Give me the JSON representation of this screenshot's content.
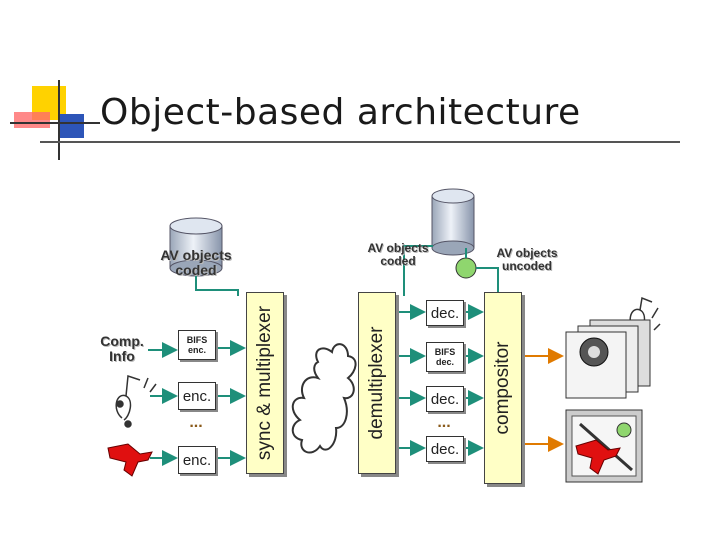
{
  "slide": {
    "title": "Object-based architecture"
  },
  "labels": {
    "av_coded_left": "AV objects coded",
    "av_coded_right": "AV objects coded",
    "av_uncoded": "AV objects uncoded",
    "comp_info": "Comp. Info"
  },
  "encoders": {
    "bifs": "BIFS enc.",
    "enc1": "enc.",
    "ellipsis": "...",
    "enc2": "enc."
  },
  "bars": {
    "sync_mux": "sync & multiplexer",
    "demux": "demultiplexer",
    "compositor": "compositor"
  },
  "decoders": {
    "dec1": "dec.",
    "bifs": "BIFS dec.",
    "dec2": "dec.",
    "ellipsis": "...",
    "dec3": "dec."
  },
  "colors": {
    "bar_fill": "#ffffc6",
    "arrow": "#1e8f7a",
    "logo_yellow": "#ffd200",
    "logo_blue": "#2d55b8",
    "logo_red": "#ff6060"
  },
  "icons": [
    "database-icon",
    "music-note-icon",
    "speaker-icon",
    "red-figure-icon",
    "video-player-icon",
    "green-node-icon",
    "network-cloud-icon"
  ]
}
